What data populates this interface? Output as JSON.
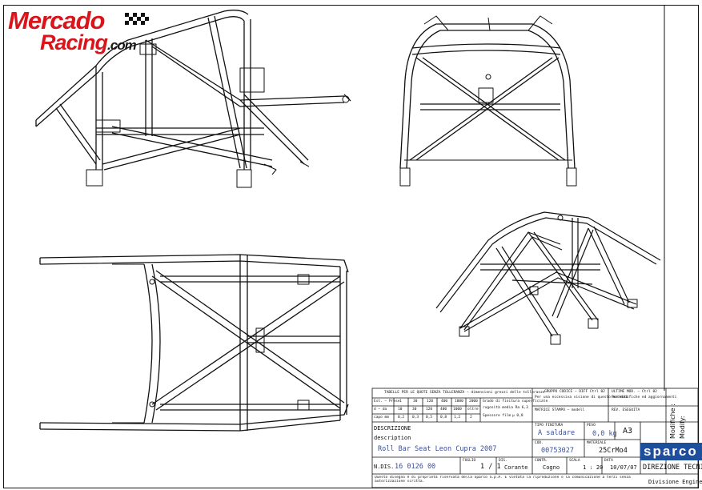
{
  "logo": {
    "line1": "Mercado",
    "line2": "Racing",
    "line2_suffix": ".com",
    "accent_color": "#d9141b"
  },
  "title_block": {
    "tolerance_header": "TABELLE PER LE QUOTE SENZA TOLLERANZA – dimensioni grezzi delle tolleranze",
    "tol_row_labels": [
      "Est. – Prese",
      "d – da",
      "capo mm"
    ],
    "tol_values": [
      "1",
      "30",
      "120",
      "400",
      "1000",
      "2000"
    ],
    "tol_row2": [
      "10",
      "30",
      "120",
      "400",
      "1000",
      "oltre"
    ],
    "tol_row3": [
      "0,2",
      "0,3",
      "0,5",
      "0,8",
      "1,2",
      "2"
    ],
    "finish_label": "Grado di finitura superficiale",
    "finish_value": "rugosità media Ra 6,3",
    "coating_label": "Spessore film",
    "coating_value": "µ 0,8",
    "spec_header": "GRUPPO CODICE – DIFF Ctrl 02",
    "spec_text": "Per una eccessiva visione di questo modello",
    "matrix_label": "MATRICE STAMPO – modell",
    "notes_header": "ULTIME MOD. – Ctrl 02",
    "notes_text": "Per modifiche ed aggiornamenti",
    "rev_label": "REV. ESEGUITA",
    "description_label": "DESCRIZIONE",
    "description_label_en": "description",
    "description_value": "Roll Bar Seat Leon Cupra 2007",
    "finish_type_label": "TIPO FINITURA",
    "finish_type_value": "A saldare",
    "weight_label": "PESO",
    "weight_value": "0,0 kg",
    "format_value": "A3",
    "code_label": "COD.",
    "code_value": "00753027",
    "material_label": "MATERIALE",
    "material_value": "25CrMo4",
    "drawing_no_label": "N.DIS.",
    "drawing_no_value": "16 0126 00",
    "sheet_label": "FOGLIO",
    "sheet_value": "1 / 1",
    "designer_label": "DIS.",
    "designer_value": "Corante",
    "checker_label": "CONTR.",
    "checker_value": "Cogno",
    "scale_label": "SCALA",
    "scale_value": "1 : 20",
    "date_label": "DATA",
    "date_value": "10/07/07",
    "dept_value": "DIREZIONE TECNICA",
    "dept_sub_value": "Divisione Engineering",
    "modifiche_label": "Modifiche :",
    "modify_label": "Modify:",
    "brand_value": "sparco",
    "brand_color": "#1e4f9e",
    "legal_text": "Questo disegno è di proprietà riservata della Sparco S.p.A. È vietata la riproduzione o la comunicazione a terzi senza autorizzazione scritta."
  }
}
